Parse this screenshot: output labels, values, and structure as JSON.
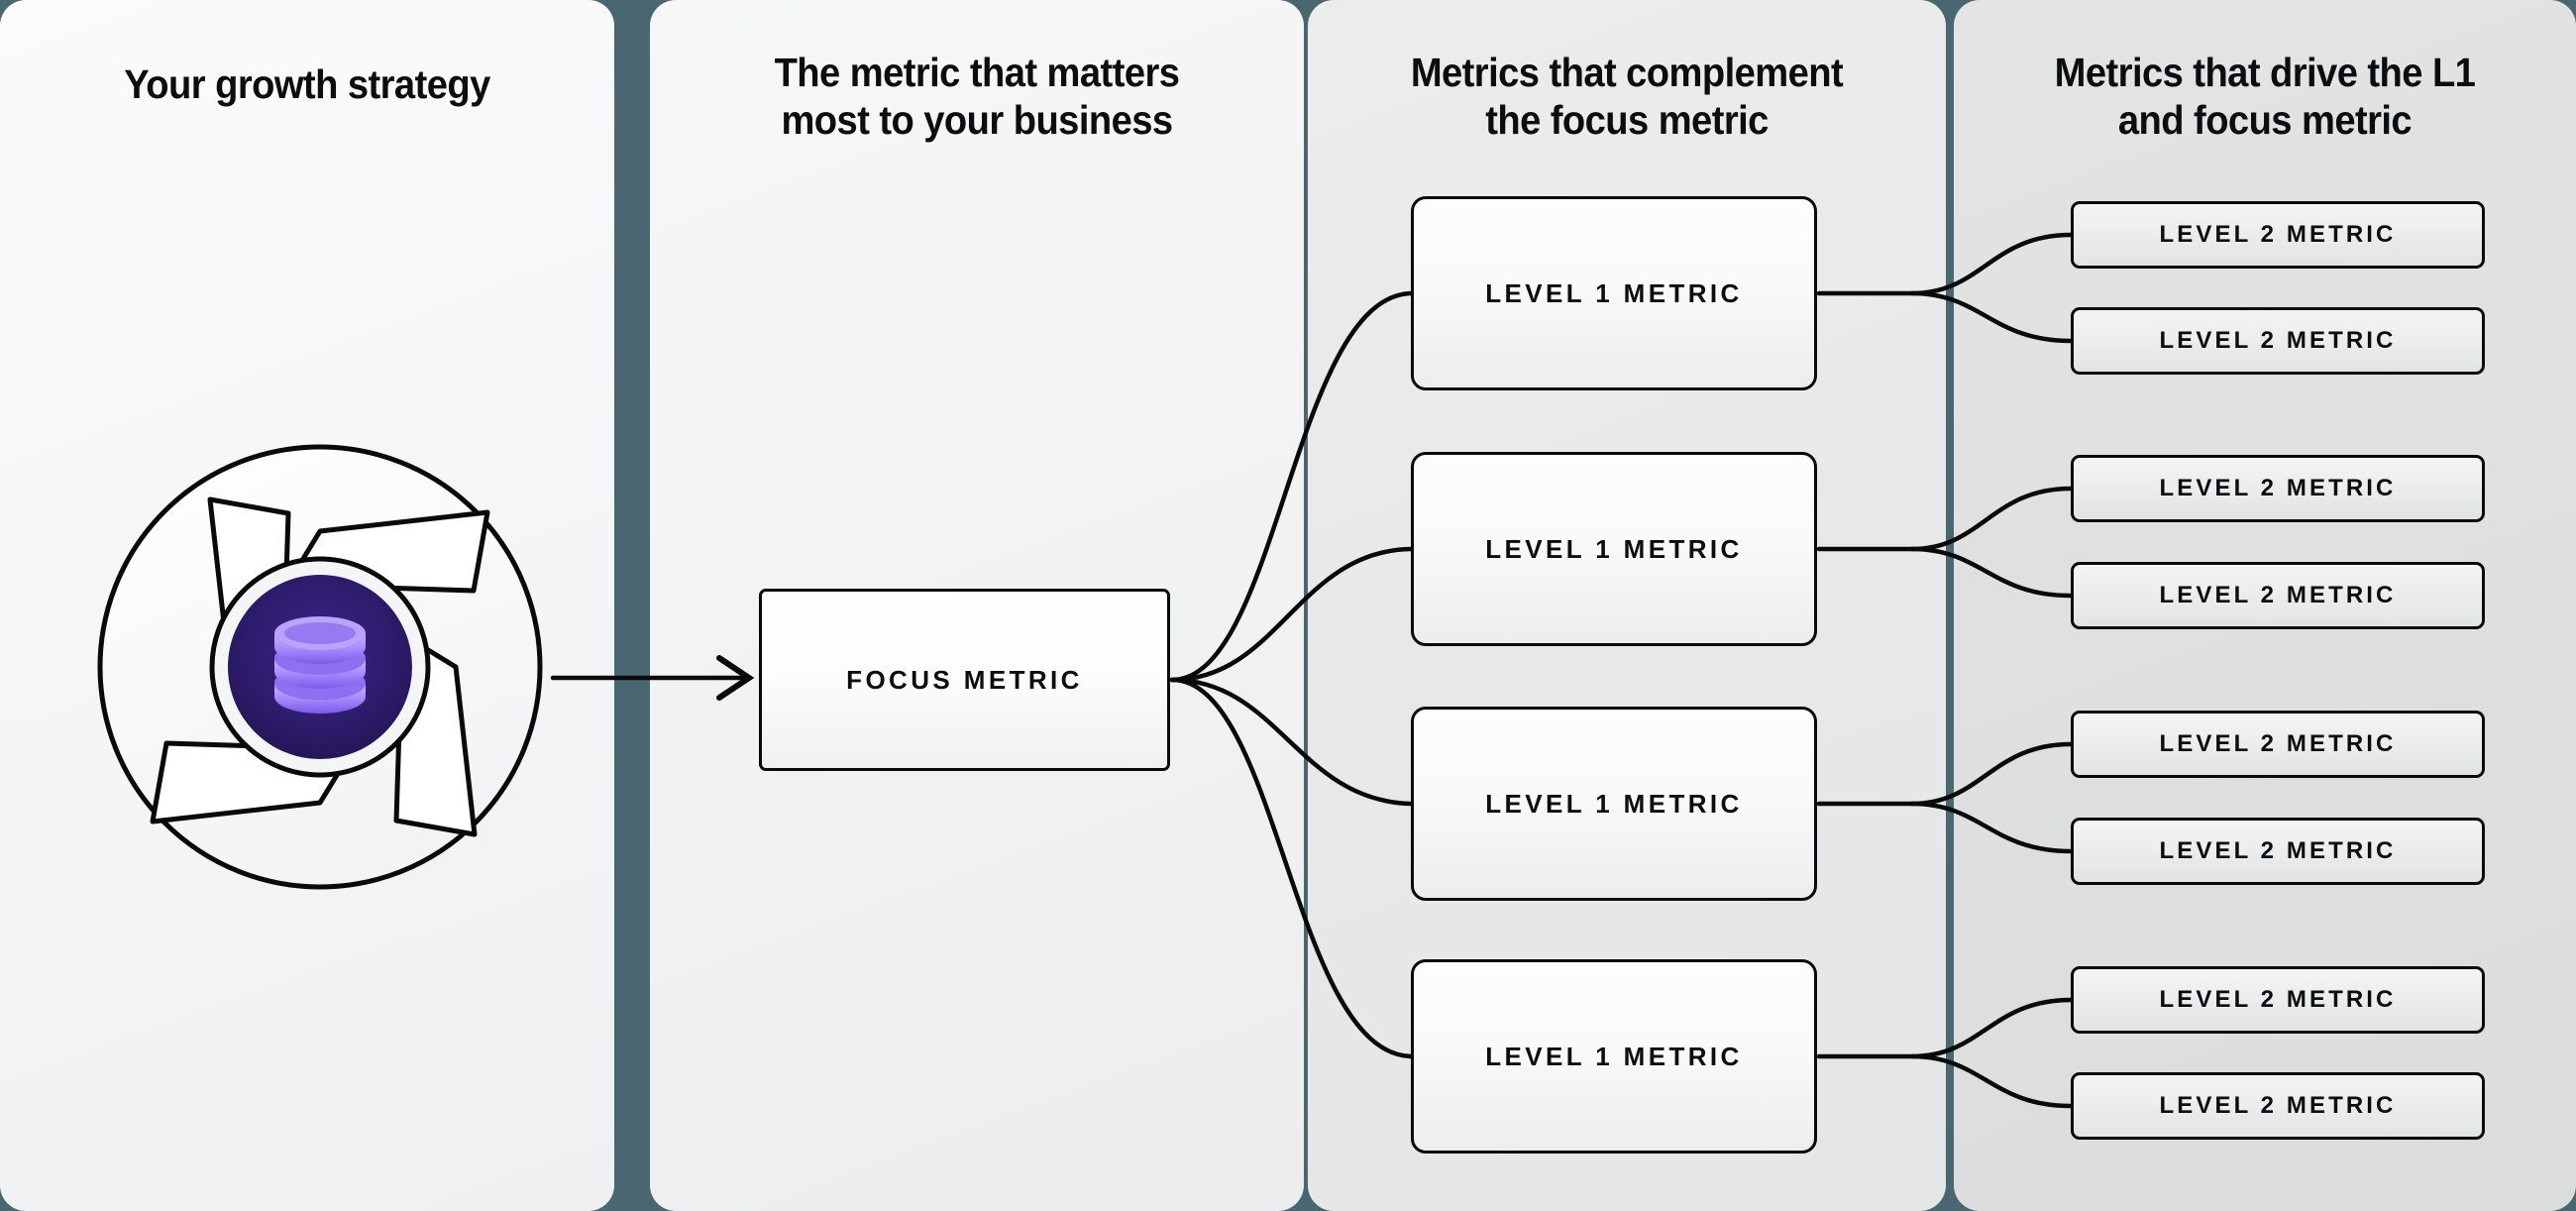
{
  "columns": [
    {
      "id": "growth-strategy",
      "title": "Your growth strategy"
    },
    {
      "id": "focus-metric",
      "title": "The metric that matters\nmost to your business"
    },
    {
      "id": "complement-metrics",
      "title": "Metrics that complement\nthe focus metric"
    },
    {
      "id": "driver-metrics",
      "title": "Metrics that drive the L1\nand focus metric"
    }
  ],
  "logo": {
    "icon": "database-icon",
    "shape": "pinwheel-aperture",
    "inner_circle_color": "#2e1c6e",
    "database_color": "#a78bfa",
    "outline_color": "#0a0a0a"
  },
  "focus": {
    "label": "FOCUS METRIC"
  },
  "level1": [
    {
      "label": "LEVEL 1 METRIC"
    },
    {
      "label": "LEVEL 1 METRIC"
    },
    {
      "label": "LEVEL 1 METRIC"
    },
    {
      "label": "LEVEL 1 METRIC"
    }
  ],
  "level2": [
    {
      "label": "LEVEL 2 METRIC"
    },
    {
      "label": "LEVEL 2 METRIC"
    },
    {
      "label": "LEVEL 2 METRIC"
    },
    {
      "label": "LEVEL 2 METRIC"
    },
    {
      "label": "LEVEL 2 METRIC"
    },
    {
      "label": "LEVEL 2 METRIC"
    },
    {
      "label": "LEVEL 2 METRIC"
    },
    {
      "label": "LEVEL 2 METRIC"
    }
  ],
  "colors": {
    "divider": "#4a6670",
    "panel_1": "#f7f8f9",
    "panel_2": "#f1f2f3",
    "panel_3": "#e8e8e9",
    "panel_4": "#dfdfe0",
    "stroke": "#0a0a0a",
    "text": "#0b0d0e"
  }
}
